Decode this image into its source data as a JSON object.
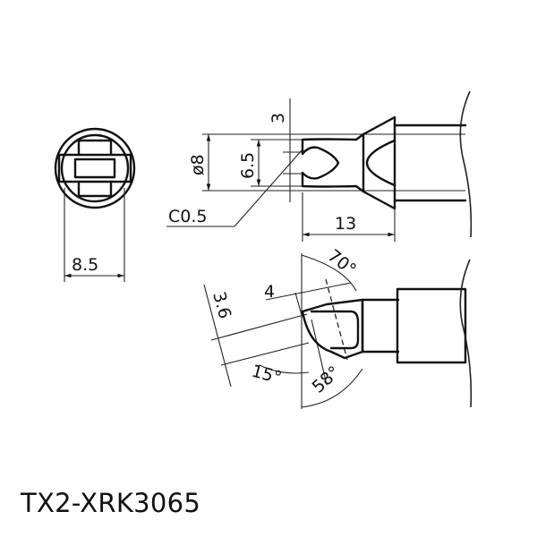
{
  "drawing": {
    "model": "TX2-XRK3065",
    "end_view": {
      "width_label": "8.5"
    },
    "top_view": {
      "dims": {
        "tip_width": "3",
        "diameter": "ø8",
        "inner": "6.5",
        "chamfer": "C0.5",
        "length": "13"
      }
    },
    "side_view": {
      "dims": {
        "thickness": "3.6",
        "flat": "4",
        "angle_top": "70°",
        "angle_bottom": "58°",
        "angle_offset": "15°"
      }
    }
  }
}
